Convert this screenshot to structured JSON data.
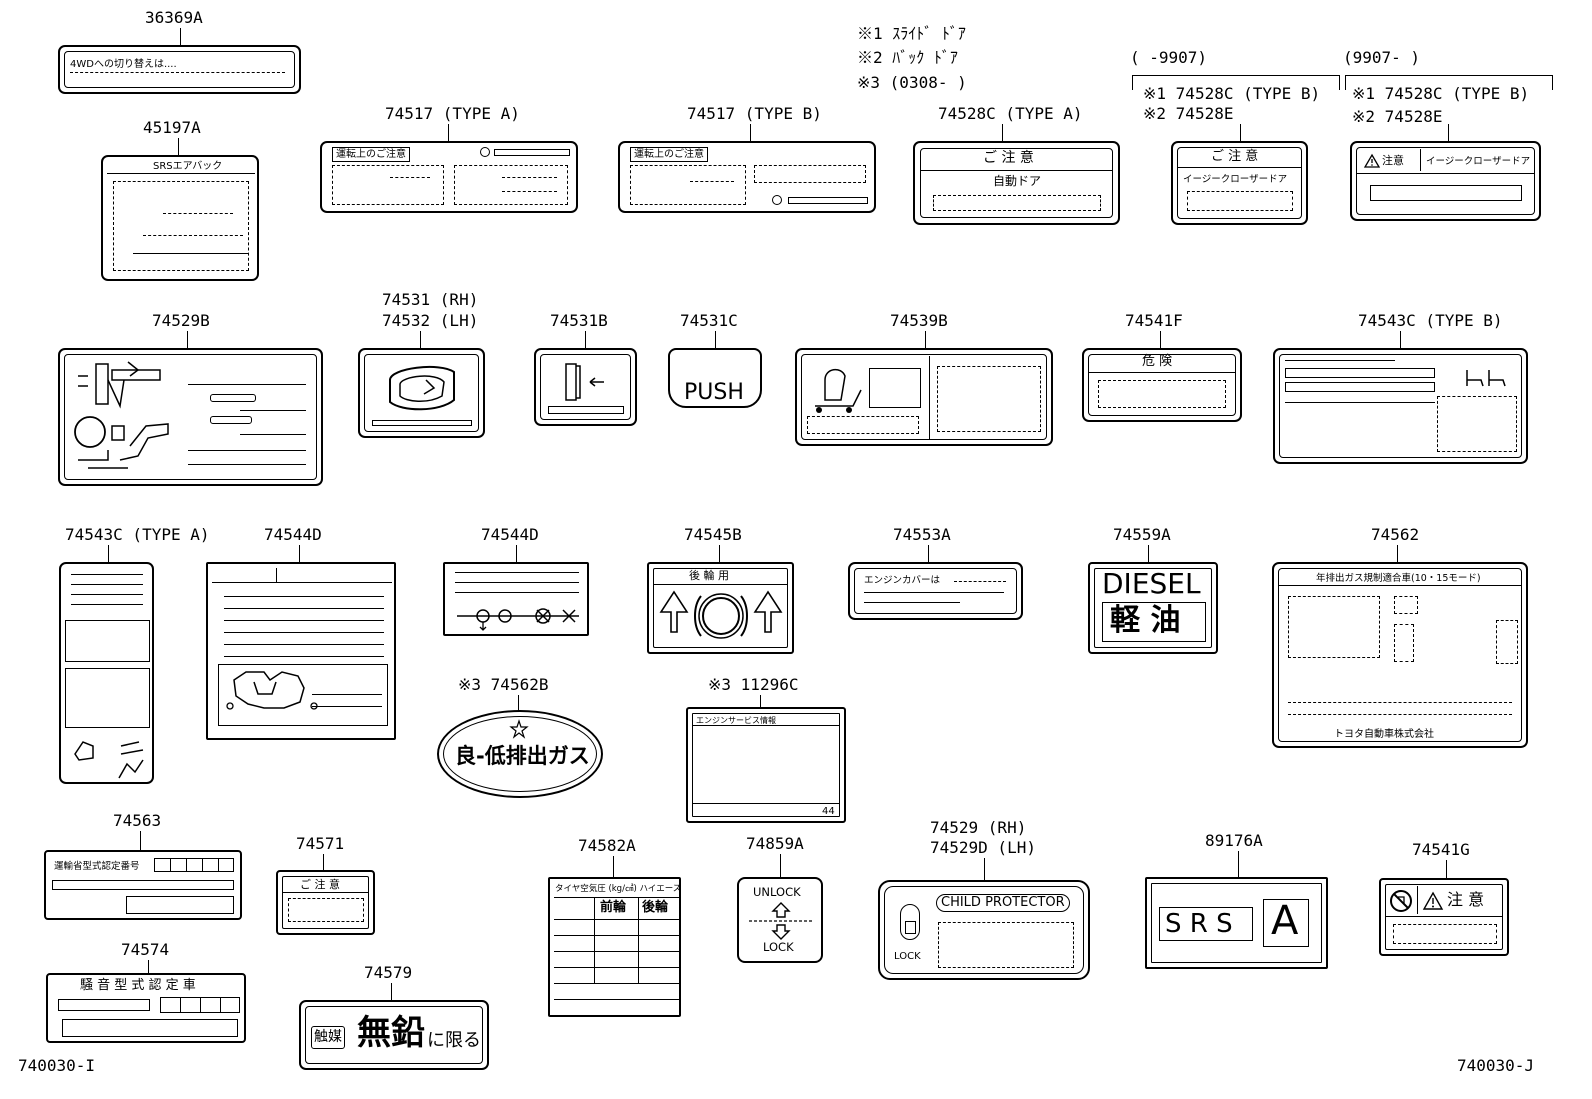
{
  "callouts": {
    "c36369a": "36369A",
    "c45197a": "45197A",
    "c74517a": "74517 (TYPE A)",
    "c74517b": "74517 (TYPE B)",
    "c74528ca": "74528C (TYPE A)",
    "c74529b": "74529B",
    "c74531_rh": "74531 (RH)",
    "c74532_lh": "74532 (LH)",
    "c74531b": "74531B",
    "c74531c": "74531C",
    "c74539b": "74539B",
    "c74541f": "74541F",
    "c74543cb": "74543C (TYPE B)",
    "c74543ca": "74543C (TYPE A)",
    "c74544d_1": "74544D",
    "c74544d_2": "74544D",
    "c74545b": "74545B",
    "c74553a": "74553A",
    "c74559a": "74559A",
    "c74562": "74562",
    "c74562b": "※3 74562B",
    "c11296c": "※3 11296C",
    "c74563": "74563",
    "c74571": "74571",
    "c74574": "74574",
    "c74579": "74579",
    "c74582a": "74582A",
    "c74859a": "74859A",
    "c74529_rh": "74529  (RH)",
    "c74529d_lh": "74529D (LH)",
    "c89176a": "89176A",
    "c74541g": "74541G"
  },
  "legend": {
    "n1": "※1 ｽﾗｲﾄﾞ ﾄﾞｱ",
    "n2": "※2 ﾊﾞｯｸ ﾄﾞｱ",
    "n3": "※3 (0308-     )"
  },
  "bracket_left": {
    "range": "(      -9907)",
    "n1": "※1 74528C (TYPE B)",
    "n2": "※2 74528E"
  },
  "bracket_right": {
    "range": "(9907-      )",
    "n1": "※1 74528C (TYPE B)",
    "n2": "※2 74528E"
  },
  "labels": {
    "l36369a": "4WDへの切り替えは....",
    "l45197a": "SRSエアバック",
    "l74517a": "運転上のご注意",
    "l74517b": "運転上のご注意",
    "l74528ca_head": "ご 注 意",
    "l74528ca_sub": "自動ドア",
    "l74528e_head": "ご 注 意",
    "l74528e_sub": "イージークローザードア",
    "l74528cb_caution": "注意",
    "l74528cb_text": "イージークローザードア",
    "l74531c": "PUSH",
    "l74541f": "危 険",
    "l74545b": "後 輪 用",
    "l74553a": "エンジンカバーは",
    "l74559a_en": "DIESEL",
    "l74559a_jp": "軽 油",
    "l74562_head": "年排出ガス規制適合車(10・15モード)",
    "l74562_foot": "トヨタ自動車株式会社",
    "l74562b": "良-低排出ガス",
    "l11296c_head": "エンジンサービス情報",
    "l11296c_num": "44",
    "l74563": "運輸省型式認定番号",
    "l74571": "ご 注 意",
    "l74574": "騒 音 型 式 認 定 車",
    "l74579_a": "触媒",
    "l74579_b": "無鉛",
    "l74579_c": "に限る",
    "l74582a_head": "タイヤ空気圧 (kg/㎠) ハイエース",
    "l74582a_front": "前輪",
    "l74582a_rear": "後輪",
    "l74859a_unlock": "UNLOCK",
    "l74859a_lock": "LOCK",
    "l74529_title": "CHILD PROTECTOR",
    "l74529_lock": "LOCK",
    "l89176a_srs": "S R S",
    "l89176a_a": "A",
    "l74541g": "注 意"
  },
  "corner": {
    "left": "740030-I",
    "right": "740030-J"
  }
}
